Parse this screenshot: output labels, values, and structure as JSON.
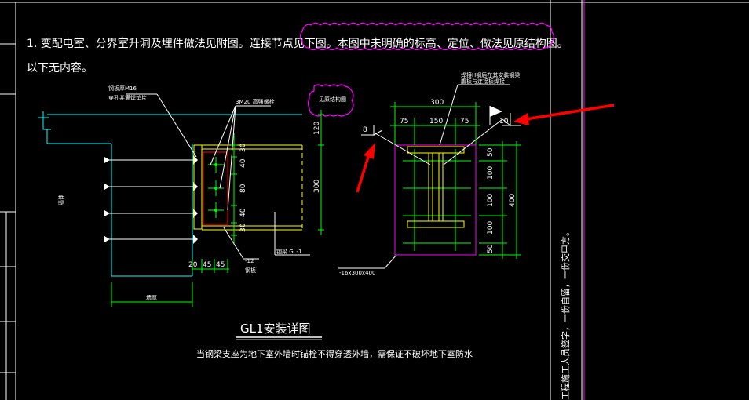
{
  "notes": {
    "line1": "1. 变配电室、分界室升洞及埋件做法见附图。连接节点见下图。本图中未明确的标高、定位、做法见原结构图。",
    "line2": "以下无内容。"
  },
  "left_detail": {
    "top_label": "3M20 高强螺栓",
    "side_labels": [
      "钢板厚M16",
      "穿孔并满焊垫片"
    ],
    "beam_label": "钢梁 GL-1",
    "plate_label": "-12",
    "plate_sub": "钢板",
    "wall_label": "墙厚",
    "vertical_note": "墙体",
    "dims_bottom": [
      "20",
      "45",
      "45"
    ],
    "dims_vertical": [
      "30",
      "40",
      "80",
      "40",
      "30"
    ],
    "dims_right": [
      "120",
      "300"
    ]
  },
  "right_detail": {
    "top_note_line1": "焊接H钢后在其安装钢梁",
    "top_note_line2": "腹板与连接板焊接",
    "dims_top": [
      "300",
      "75",
      "150",
      "75"
    ],
    "dims_right": [
      "50",
      "100",
      "100",
      "100",
      "50"
    ],
    "dim_total": "400",
    "plate_label": "-16x300x400",
    "weld_left": "8",
    "weld_right": "10"
  },
  "detail_title": "GL1安装详图",
  "detail_caption": "当钢梁支座为地下室外墙时锚栓不得穿透外墙，需保证不破坏地下室防水",
  "side_vertical_text": "工程施工人员签字，一份自留，一份交甲方。",
  "colors": {
    "background": "#000000",
    "white": "#ffffff",
    "magenta": "#ff00ff",
    "cyan": "#00ffff",
    "yellow": "#ffff00",
    "green": "#00ff00",
    "red": "#ff0000",
    "blue": "#0000ff"
  }
}
